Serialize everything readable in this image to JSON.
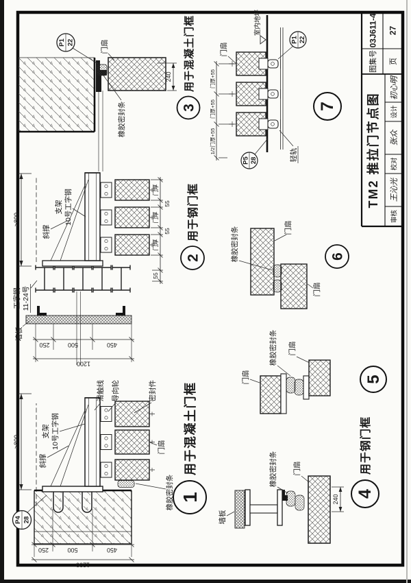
{
  "title_block": {
    "atlas_label": "图集号",
    "atlas_no": "03J611-4",
    "page_label": "页",
    "page_no": "27",
    "title": "TM2 推拉门节点图",
    "shenhe": "审核",
    "shenhe_sig": "王沁光",
    "jiaodui": "校对",
    "jiaodui_sig": "张众",
    "sheji": "设计",
    "sheji_sig": "初心明"
  },
  "d1": {
    "num": "1",
    "caption": "用于混凝土门框",
    "zhijia": "支架",
    "gzg10": "10号工字钢",
    "xiecheng": "斜撑",
    "huachuxian": "滑触线",
    "daoxianglun": "导向轮",
    "mifengjian": "密封件",
    "menshan": "门扇",
    "xjmftiao": "橡胶密封条",
    "p_top": "P4",
    "p_bot": "28",
    "dim800": "≥800",
    "d250": "250",
    "d500": "500",
    "d450": "450",
    "d1200": "1200"
  },
  "d2": {
    "num": "2",
    "caption": "用于钢门框",
    "zhijia": "支架",
    "gzg10": "10号工字钢",
    "xiecheng": "斜撑",
    "gzg": "工字钢",
    "gzg_no": "11-24号",
    "qiangban": "墙板",
    "dim800": "≥800",
    "d250": "250",
    "d500": "500",
    "d450": "450",
    "d1200": "1200",
    "menhou": "门厚",
    "d55": "55"
  },
  "d3": {
    "num": "3",
    "caption": "用于混凝土门框",
    "menshan": "门扇",
    "xjmftiao": "橡胶密封条",
    "p_top": "P1",
    "p_bot": "22",
    "d240": "240"
  },
  "d4": {
    "num": "4",
    "caption": "用于钢门框",
    "qiangban": "墙板",
    "xjmftiao": "橡胶密封条",
    "menshan": "门扇",
    "d240": "240"
  },
  "d5": {
    "num": "5",
    "menshan_a": "门扇",
    "xjmftiao": "橡胶密封条",
    "menshan_b": "门扇"
  },
  "d6": {
    "num": "6",
    "xjmftiao": "橡胶密封条",
    "menshan_a": "门扇",
    "menshan_b": "门扇"
  },
  "d7": {
    "num": "7",
    "menshan": "门扇",
    "shinei": "室内地坪",
    "qinggui": "轻轨",
    "p1_top": "P1",
    "p1_bot": "22",
    "p5_top": "P5",
    "p5_bot": "28",
    "dim_a": "1/2门厚+55",
    "dim_b": "门厚+55",
    "dim_c": "门厚+55"
  }
}
